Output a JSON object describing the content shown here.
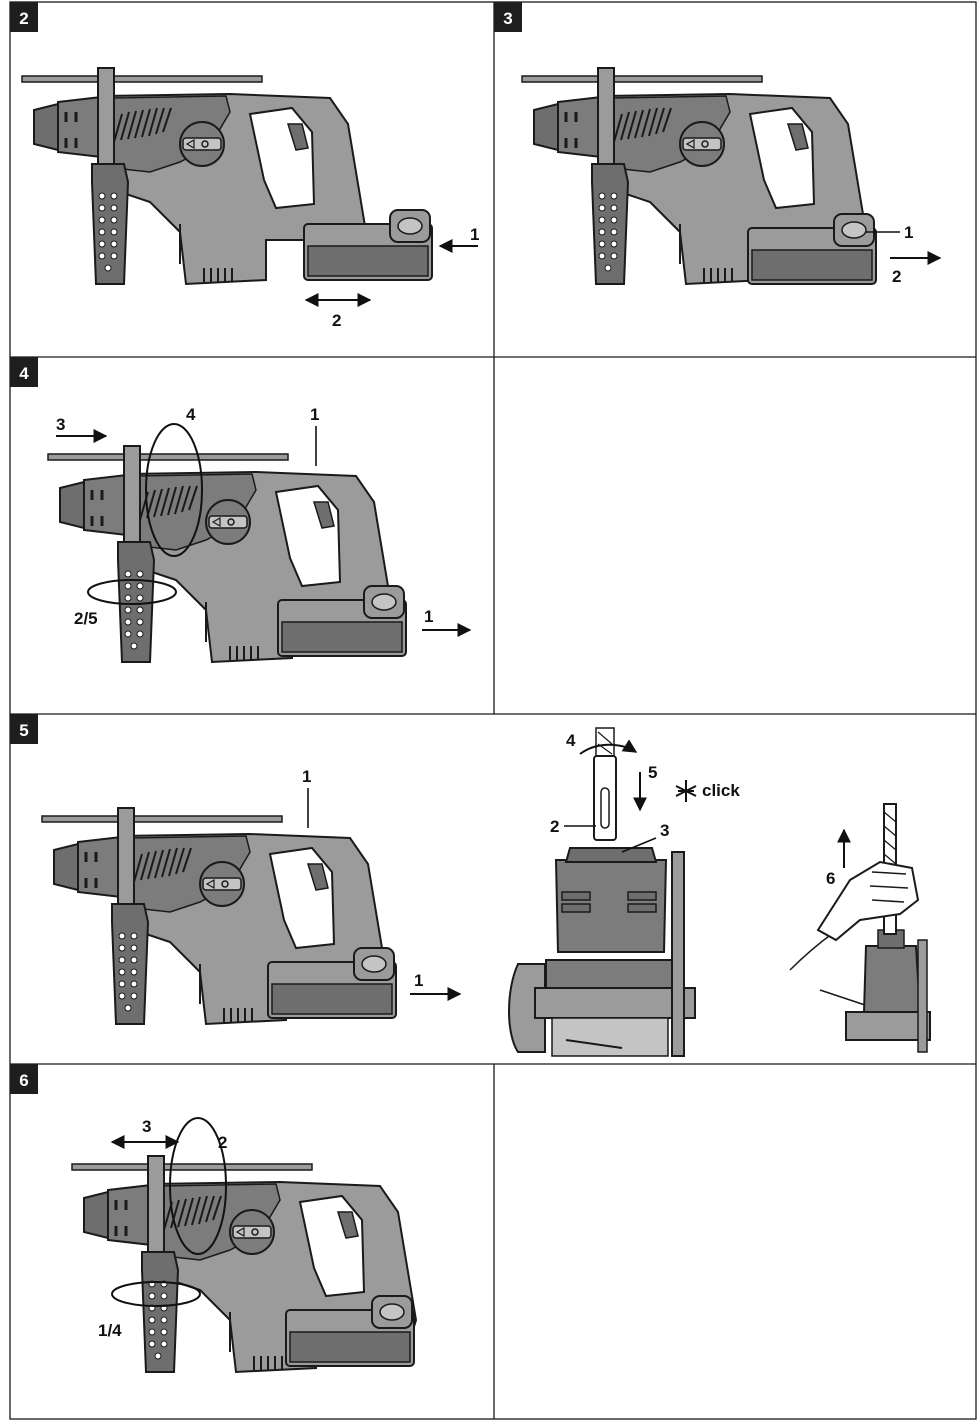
{
  "colors": {
    "body": "#9b9b9b",
    "dark": "#6e6e6e",
    "light": "#c4c4c4",
    "line": "#1a1a1a",
    "badge": "#1e1e1e"
  },
  "panels": [
    {
      "number": "2",
      "callouts": [
        "1",
        "2"
      ]
    },
    {
      "number": "3",
      "callouts": [
        "1",
        "2"
      ]
    },
    {
      "number": "4",
      "callouts": [
        "1",
        "2/5",
        "3",
        "4",
        "1"
      ]
    },
    {
      "number": "5",
      "callouts": [
        "1",
        "1",
        "4",
        "5",
        "2",
        "3",
        "6"
      ],
      "click_text": "click"
    },
    {
      "number": "6",
      "callouts": [
        "1/4",
        "2",
        "3"
      ]
    }
  ]
}
